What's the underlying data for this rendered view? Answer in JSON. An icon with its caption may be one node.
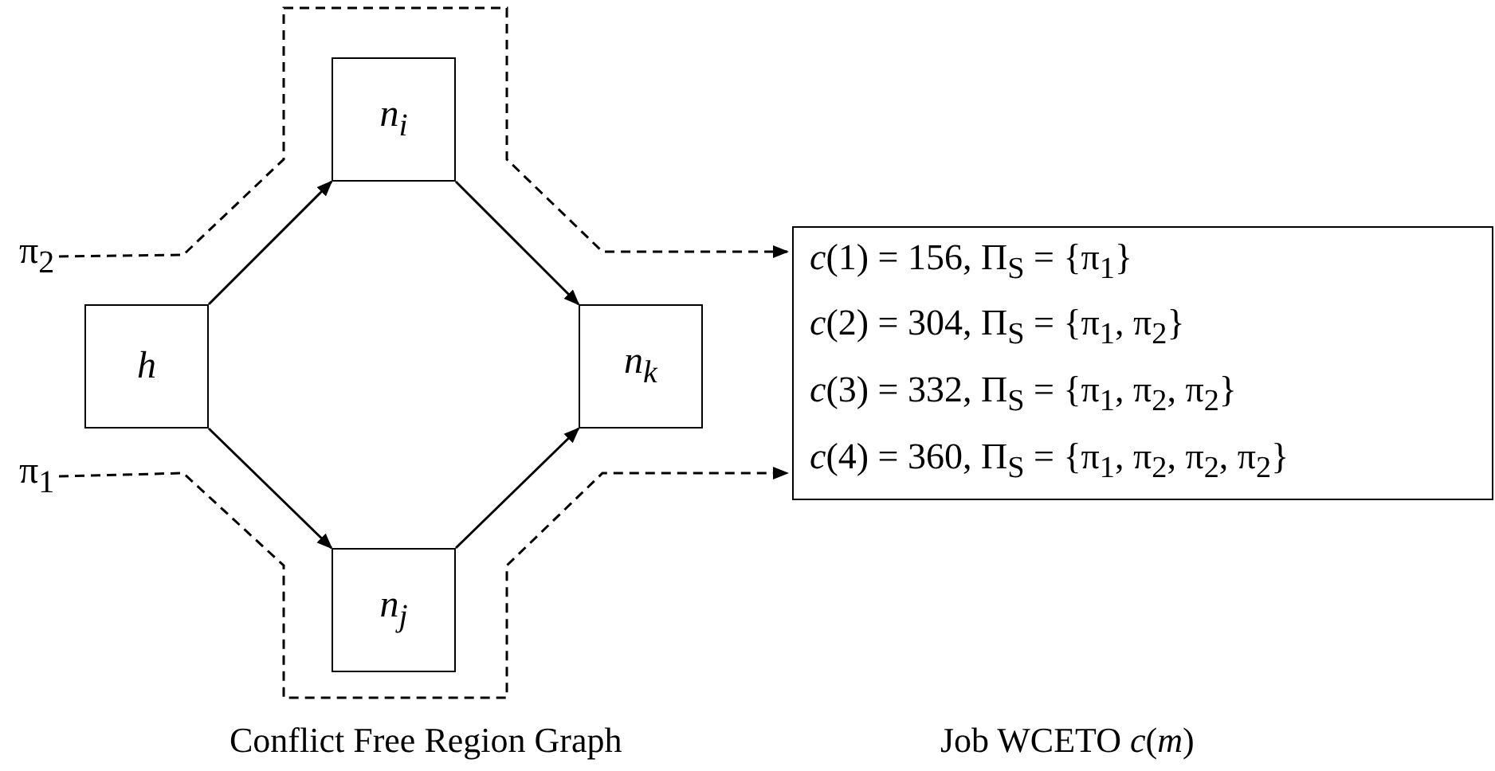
{
  "diagram": {
    "nodes": [
      {
        "text": [
          "π$_{2}$"
        ]
      },
      {
        "text": [
          "π$_{1}$"
        ]
      },
      {
        "text": [
          "h"
        ]
      },
      {
        "text": [
          "n$_{i}$"
        ]
      },
      {
        "text": [
          "n$_{j}$"
        ]
      },
      {
        "text": [
          "n$_{k}$"
        ]
      },
      {
        "text": [
          "*c*(1) = 156, Π$_{S}$ = {π$_{1}$}",
          "*c*(2) = 304, Π$_{S}$ = {π$_{1}$, π$_{2}$}",
          "*c*(3) = 332, Π$_{S}$ = {π$_{1}$, π$_{2}$, π$_{2}$}",
          "*c*(4) = 360, Π$_{S}$ = {π$_{1}$, π$_{2}$, π$_{2}$, π$_{2}$}"
        ]
      }
    ],
    "edges": [
      {
        "from": 2,
        "to": 3,
        "arrow": "to"
      },
      {
        "from": 2,
        "to": 4,
        "arrow": "to"
      },
      {
        "from": 3,
        "to": 5,
        "arrow": "to"
      },
      {
        "from": 4,
        "to": 5,
        "arrow": "to"
      },
      {
        "from": 0,
        "to": 6,
        "arrow": "to",
        "style": "dashed"
      },
      {
        "from": 1,
        "to": 6,
        "arrow": "to",
        "style": "dashed"
      }
    ],
    "labels": [
      "Conflict Free Region Graph",
      "Job WCETO *c*(*m*)"
    ]
  }
}
